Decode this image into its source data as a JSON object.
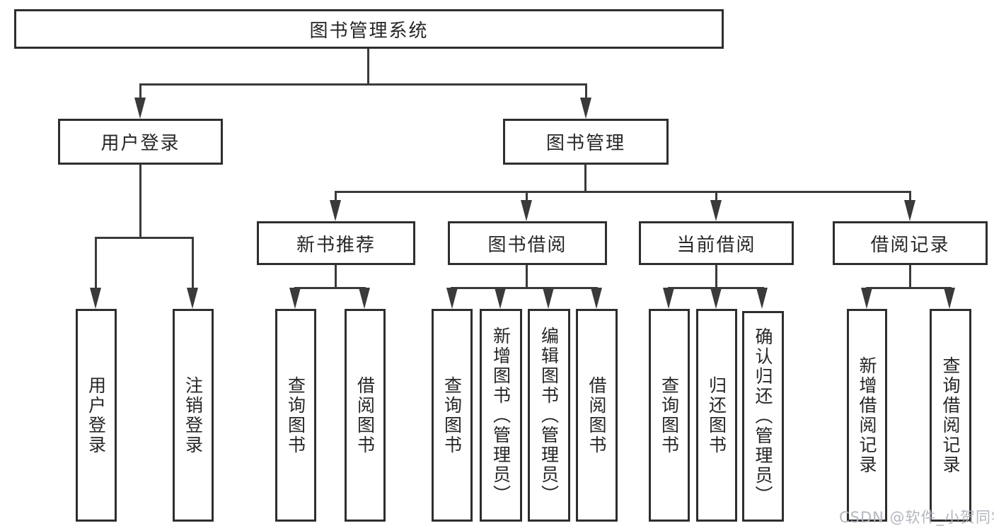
{
  "diagram": {
    "root": {
      "label": "图书管理系统"
    },
    "level2": [
      {
        "label": "用户登录"
      },
      {
        "label": "图书管理"
      }
    ],
    "level3": [
      {
        "label": "新书推荐"
      },
      {
        "label": "图书借阅"
      },
      {
        "label": "当前借阅"
      },
      {
        "label": "借阅记录"
      }
    ],
    "leaves": {
      "user_login": [
        "用户登录",
        "注销登录"
      ],
      "new_books": [
        "查询图书",
        "借阅图书"
      ],
      "book_borrow": [
        "查询图书",
        "新增图书（管理员）",
        "编辑图书（管理员）",
        "借阅图书"
      ],
      "current_borrow": [
        "查询图书",
        "归还图书",
        "确认归还（管理员）"
      ],
      "borrow_records": [
        "新增借阅记录",
        "查询借阅记录"
      ]
    }
  },
  "watermark": {
    "text": "CSDN @软件_小贺同学"
  },
  "colors": {
    "background": "#ffffff",
    "line": "#3a3a3a",
    "border": "#2e2e2e",
    "text": "#262626",
    "watermark": "#b0b3bc"
  }
}
